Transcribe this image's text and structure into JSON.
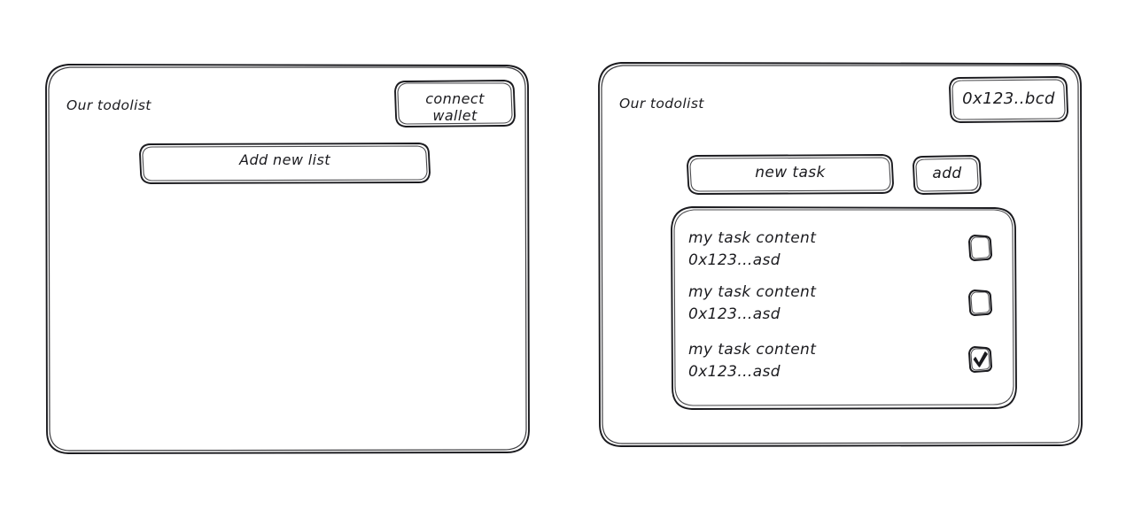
{
  "diagram": {
    "type": "hand-drawn-wireframe",
    "background_color": "#ffffff",
    "stroke_color": "#1b1b1f",
    "panels": [
      {
        "id": "disconnected-state",
        "title": "Our todolist",
        "wallet_button_line1": "connect",
        "wallet_button_line2": "wallet",
        "primary_button": "Add new list"
      },
      {
        "id": "connected-state",
        "title": "Our todolist",
        "wallet_address": "0x123..bcd",
        "new_task_placeholder": "new task",
        "add_button": "add",
        "tasks": [
          {
            "content": "my task content",
            "owner": "0x123...asd",
            "checked": false
          },
          {
            "content": "my task content",
            "owner": "0x123...asd",
            "checked": false
          },
          {
            "content": "my task content",
            "owner": "0x123...asd",
            "checked": true
          }
        ]
      }
    ]
  }
}
